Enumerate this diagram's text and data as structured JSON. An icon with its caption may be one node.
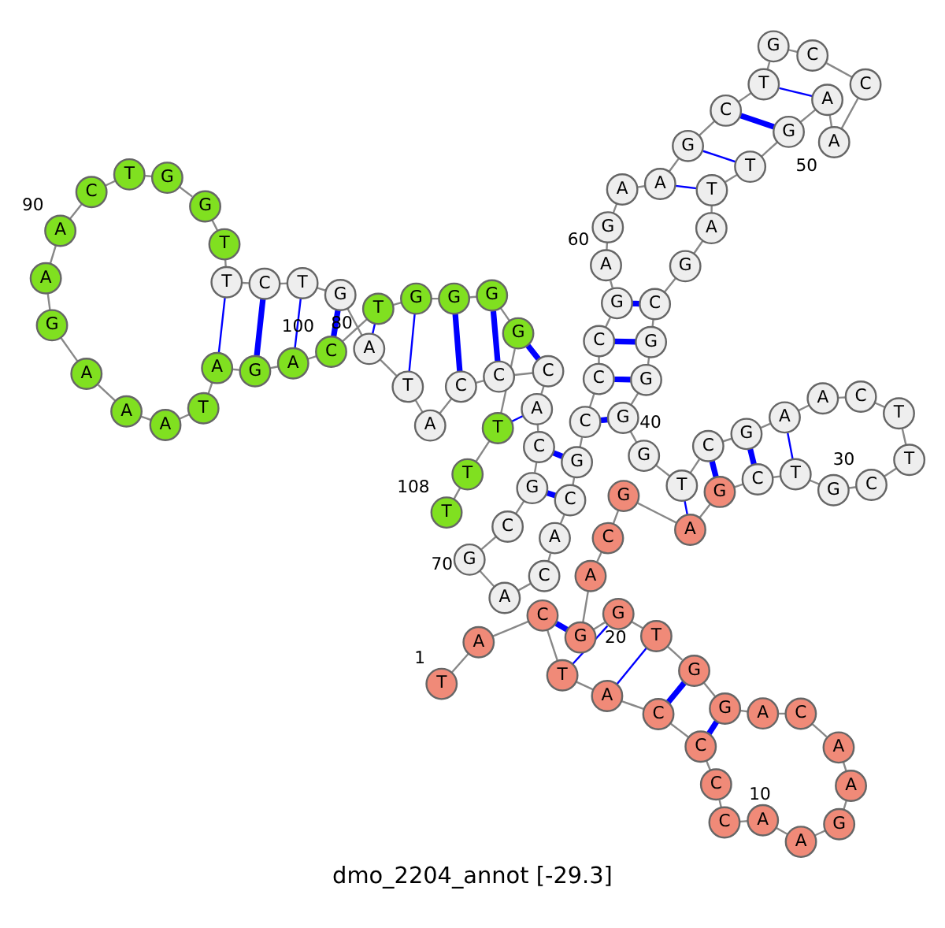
{
  "diagram": {
    "caption": "dmo_2204_annot [-29.3]",
    "nodes": [
      {
        "text": [
          "T"
        ],
        "beside": [
          "1"
        ]
      },
      {
        "text": [
          "A"
        ]
      },
      {
        "text": [
          "C"
        ]
      },
      {
        "text": [
          "T"
        ]
      },
      {
        "text": [
          "A"
        ]
      },
      {
        "text": [
          "C"
        ]
      },
      {
        "text": [
          "C"
        ]
      },
      {
        "text": [
          "C"
        ]
      },
      {
        "text": [
          "C"
        ]
      },
      {
        "text": [
          "A"
        ],
        "beside": [
          "10"
        ]
      },
      {
        "text": [
          "A"
        ]
      },
      {
        "text": [
          "G"
        ]
      },
      {
        "text": [
          "A"
        ]
      },
      {
        "text": [
          "A"
        ]
      },
      {
        "text": [
          "C"
        ]
      },
      {
        "text": [
          "A"
        ]
      },
      {
        "text": [
          "G"
        ]
      },
      {
        "text": [
          "G"
        ]
      },
      {
        "text": [
          "T"
        ]
      },
      {
        "text": [
          "G"
        ],
        "beside": [
          "20"
        ]
      },
      {
        "text": [
          "G"
        ]
      },
      {
        "text": [
          "A"
        ]
      },
      {
        "text": [
          "C"
        ]
      },
      {
        "text": [
          "G"
        ]
      },
      {
        "text": [
          "A"
        ]
      },
      {
        "text": [
          "G"
        ]
      },
      {
        "text": [
          "C"
        ]
      },
      {
        "text": [
          "T"
        ]
      },
      {
        "text": [
          "G"
        ]
      },
      {
        "text": [
          "C"
        ],
        "beside": [
          "30"
        ]
      },
      {
        "text": [
          "T"
        ]
      },
      {
        "text": [
          "T"
        ]
      },
      {
        "text": [
          "C"
        ]
      },
      {
        "text": [
          "A"
        ]
      },
      {
        "text": [
          "A"
        ]
      },
      {
        "text": [
          "G"
        ]
      },
      {
        "text": [
          "C"
        ]
      },
      {
        "text": [
          "T"
        ]
      },
      {
        "text": [
          "G"
        ]
      },
      {
        "text": [
          "G"
        ],
        "beside": [
          "40"
        ]
      },
      {
        "text": [
          "G"
        ]
      },
      {
        "text": [
          "G"
        ]
      },
      {
        "text": [
          "C"
        ]
      },
      {
        "text": [
          "G"
        ]
      },
      {
        "text": [
          "A"
        ]
      },
      {
        "text": [
          "T"
        ]
      },
      {
        "text": [
          "T"
        ]
      },
      {
        "text": [
          "G"
        ]
      },
      {
        "text": [
          "A"
        ]
      },
      {
        "text": [
          "A"
        ],
        "beside": [
          "50"
        ]
      },
      {
        "text": [
          "C"
        ]
      },
      {
        "text": [
          "C"
        ]
      },
      {
        "text": [
          "G"
        ]
      },
      {
        "text": [
          "T"
        ]
      },
      {
        "text": [
          "C"
        ]
      },
      {
        "text": [
          "G"
        ]
      },
      {
        "text": [
          "A"
        ]
      },
      {
        "text": [
          "A"
        ]
      },
      {
        "text": [
          "G"
        ]
      },
      {
        "text": [
          "A"
        ],
        "beside": [
          "60"
        ]
      },
      {
        "text": [
          "G"
        ]
      },
      {
        "text": [
          "C"
        ]
      },
      {
        "text": [
          "C"
        ]
      },
      {
        "text": [
          "C"
        ]
      },
      {
        "text": [
          "G"
        ]
      },
      {
        "text": [
          "C"
        ]
      },
      {
        "text": [
          "A"
        ]
      },
      {
        "text": [
          "C"
        ]
      },
      {
        "text": [
          "A"
        ]
      },
      {
        "text": [
          "G"
        ],
        "beside": [
          "70"
        ]
      },
      {
        "text": [
          "C"
        ]
      },
      {
        "text": [
          "G"
        ]
      },
      {
        "text": [
          "C"
        ]
      },
      {
        "text": [
          "A"
        ]
      },
      {
        "text": [
          "C"
        ]
      },
      {
        "text": [
          "C"
        ]
      },
      {
        "text": [
          "C"
        ]
      },
      {
        "text": [
          "A"
        ]
      },
      {
        "text": [
          "T"
        ]
      },
      {
        "text": [
          "A"
        ],
        "beside": [
          "80"
        ]
      },
      {
        "text": [
          "G"
        ]
      },
      {
        "text": [
          "T"
        ]
      },
      {
        "text": [
          "C"
        ]
      },
      {
        "text": [
          "T"
        ]
      },
      {
        "text": [
          "T"
        ]
      },
      {
        "text": [
          "G"
        ]
      },
      {
        "text": [
          "G"
        ]
      },
      {
        "text": [
          "T"
        ]
      },
      {
        "text": [
          "C"
        ]
      },
      {
        "text": [
          "A"
        ],
        "beside": [
          "90"
        ]
      },
      {
        "text": [
          "A"
        ]
      },
      {
        "text": [
          "G"
        ]
      },
      {
        "text": [
          "A"
        ]
      },
      {
        "text": [
          "A"
        ]
      },
      {
        "text": [
          "A"
        ]
      },
      {
        "text": [
          "T"
        ]
      },
      {
        "text": [
          "A"
        ]
      },
      {
        "text": [
          "G"
        ]
      },
      {
        "text": [
          "A"
        ]
      },
      {
        "text": [
          "C"
        ],
        "beside": [
          "100"
        ]
      },
      {
        "text": [
          "T"
        ]
      },
      {
        "text": [
          "G"
        ]
      },
      {
        "text": [
          "G"
        ]
      },
      {
        "text": [
          "G"
        ]
      },
      {
        "text": [
          "G"
        ]
      },
      {
        "text": [
          "T"
        ]
      },
      {
        "text": [
          "T"
        ]
      },
      {
        "text": [
          "T"
        ],
        "beside": [
          "108"
        ]
      }
    ],
    "edges": [
      {
        "from": 0,
        "to": 1,
        "arrow": "none"
      },
      {
        "from": 1,
        "to": 2,
        "arrow": "none"
      },
      {
        "from": 2,
        "to": 3,
        "arrow": "none"
      },
      {
        "from": 3,
        "to": 4,
        "arrow": "none"
      },
      {
        "from": 4,
        "to": 5,
        "arrow": "none"
      },
      {
        "from": 5,
        "to": 6,
        "arrow": "none"
      },
      {
        "from": 6,
        "to": 7,
        "arrow": "none"
      },
      {
        "from": 7,
        "to": 8,
        "arrow": "none"
      },
      {
        "from": 8,
        "to": 9,
        "arrow": "none"
      },
      {
        "from": 9,
        "to": 10,
        "arrow": "none"
      },
      {
        "from": 10,
        "to": 11,
        "arrow": "none"
      },
      {
        "from": 11,
        "to": 12,
        "arrow": "none"
      },
      {
        "from": 12,
        "to": 13,
        "arrow": "none"
      },
      {
        "from": 13,
        "to": 14,
        "arrow": "none"
      },
      {
        "from": 14,
        "to": 15,
        "arrow": "none"
      },
      {
        "from": 15,
        "to": 16,
        "arrow": "none"
      },
      {
        "from": 16,
        "to": 17,
        "arrow": "none"
      },
      {
        "from": 17,
        "to": 18,
        "arrow": "none"
      },
      {
        "from": 18,
        "to": 19,
        "arrow": "none"
      },
      {
        "from": 19,
        "to": 20,
        "arrow": "none"
      },
      {
        "from": 20,
        "to": 21,
        "arrow": "none"
      },
      {
        "from": 21,
        "to": 22,
        "arrow": "none"
      },
      {
        "from": 22,
        "to": 23,
        "arrow": "none"
      },
      {
        "from": 23,
        "to": 24,
        "arrow": "none"
      },
      {
        "from": 24,
        "to": 25,
        "arrow": "none"
      },
      {
        "from": 25,
        "to": 26,
        "arrow": "none"
      },
      {
        "from": 26,
        "to": 27,
        "arrow": "none"
      },
      {
        "from": 27,
        "to": 28,
        "arrow": "none"
      },
      {
        "from": 28,
        "to": 29,
        "arrow": "none"
      },
      {
        "from": 29,
        "to": 30,
        "arrow": "none"
      },
      {
        "from": 30,
        "to": 31,
        "arrow": "none"
      },
      {
        "from": 31,
        "to": 32,
        "arrow": "none"
      },
      {
        "from": 32,
        "to": 33,
        "arrow": "none"
      },
      {
        "from": 33,
        "to": 34,
        "arrow": "none"
      },
      {
        "from": 34,
        "to": 35,
        "arrow": "none"
      },
      {
        "from": 35,
        "to": 36,
        "arrow": "none"
      },
      {
        "from": 36,
        "to": 37,
        "arrow": "none"
      },
      {
        "from": 37,
        "to": 38,
        "arrow": "none"
      },
      {
        "from": 38,
        "to": 39,
        "arrow": "none"
      },
      {
        "from": 39,
        "to": 40,
        "arrow": "none"
      },
      {
        "from": 40,
        "to": 41,
        "arrow": "none"
      },
      {
        "from": 41,
        "to": 42,
        "arrow": "none"
      },
      {
        "from": 42,
        "to": 43,
        "arrow": "none"
      },
      {
        "from": 43,
        "to": 44,
        "arrow": "none"
      },
      {
        "from": 44,
        "to": 45,
        "arrow": "none"
      },
      {
        "from": 45,
        "to": 46,
        "arrow": "none"
      },
      {
        "from": 46,
        "to": 47,
        "arrow": "none"
      },
      {
        "from": 47,
        "to": 48,
        "arrow": "none"
      },
      {
        "from": 48,
        "to": 49,
        "arrow": "none"
      },
      {
        "from": 49,
        "to": 50,
        "arrow": "none"
      },
      {
        "from": 50,
        "to": 51,
        "arrow": "none"
      },
      {
        "from": 51,
        "to": 52,
        "arrow": "none"
      },
      {
        "from": 52,
        "to": 53,
        "arrow": "none"
      },
      {
        "from": 53,
        "to": 54,
        "arrow": "none"
      },
      {
        "from": 54,
        "to": 55,
        "arrow": "none"
      },
      {
        "from": 55,
        "to": 56,
        "arrow": "none"
      },
      {
        "from": 56,
        "to": 57,
        "arrow": "none"
      },
      {
        "from": 57,
        "to": 58,
        "arrow": "none"
      },
      {
        "from": 58,
        "to": 59,
        "arrow": "none"
      },
      {
        "from": 59,
        "to": 60,
        "arrow": "none"
      },
      {
        "from": 60,
        "to": 61,
        "arrow": "none"
      },
      {
        "from": 61,
        "to": 62,
        "arrow": "none"
      },
      {
        "from": 62,
        "to": 63,
        "arrow": "none"
      },
      {
        "from": 63,
        "to": 64,
        "arrow": "none"
      },
      {
        "from": 64,
        "to": 65,
        "arrow": "none"
      },
      {
        "from": 65,
        "to": 66,
        "arrow": "none"
      },
      {
        "from": 66,
        "to": 67,
        "arrow": "none"
      },
      {
        "from": 67,
        "to": 68,
        "arrow": "none"
      },
      {
        "from": 68,
        "to": 69,
        "arrow": "none"
      },
      {
        "from": 69,
        "to": 70,
        "arrow": "none"
      },
      {
        "from": 70,
        "to": 71,
        "arrow": "none"
      },
      {
        "from": 71,
        "to": 72,
        "arrow": "none"
      },
      {
        "from": 72,
        "to": 73,
        "arrow": "none"
      },
      {
        "from": 73,
        "to": 74,
        "arrow": "none"
      },
      {
        "from": 74,
        "to": 75,
        "arrow": "none"
      },
      {
        "from": 75,
        "to": 76,
        "arrow": "none"
      },
      {
        "from": 76,
        "to": 77,
        "arrow": "none"
      },
      {
        "from": 77,
        "to": 78,
        "arrow": "none"
      },
      {
        "from": 78,
        "to": 79,
        "arrow": "none"
      },
      {
        "from": 79,
        "to": 80,
        "arrow": "none"
      },
      {
        "from": 80,
        "to": 81,
        "arrow": "none"
      },
      {
        "from": 81,
        "to": 82,
        "arrow": "none"
      },
      {
        "from": 82,
        "to": 83,
        "arrow": "none"
      },
      {
        "from": 83,
        "to": 84,
        "arrow": "none"
      },
      {
        "from": 84,
        "to": 85,
        "arrow": "none"
      },
      {
        "from": 85,
        "to": 86,
        "arrow": "none"
      },
      {
        "from": 86,
        "to": 87,
        "arrow": "none"
      },
      {
        "from": 87,
        "to": 88,
        "arrow": "none"
      },
      {
        "from": 88,
        "to": 89,
        "arrow": "none"
      },
      {
        "from": 89,
        "to": 90,
        "arrow": "none"
      },
      {
        "from": 90,
        "to": 91,
        "arrow": "none"
      },
      {
        "from": 91,
        "to": 92,
        "arrow": "none"
      },
      {
        "from": 92,
        "to": 93,
        "arrow": "none"
      },
      {
        "from": 93,
        "to": 94,
        "arrow": "none"
      },
      {
        "from": 94,
        "to": 95,
        "arrow": "none"
      },
      {
        "from": 95,
        "to": 96,
        "arrow": "none"
      },
      {
        "from": 96,
        "to": 97,
        "arrow": "none"
      },
      {
        "from": 97,
        "to": 98,
        "arrow": "none"
      },
      {
        "from": 98,
        "to": 99,
        "arrow": "none"
      },
      {
        "from": 99,
        "to": 100,
        "arrow": "none"
      },
      {
        "from": 100,
        "to": 101,
        "arrow": "none"
      },
      {
        "from": 101,
        "to": 102,
        "arrow": "none"
      },
      {
        "from": 102,
        "to": 103,
        "arrow": "none"
      },
      {
        "from": 103,
        "to": 104,
        "arrow": "none"
      },
      {
        "from": 104,
        "to": 105,
        "arrow": "none"
      },
      {
        "from": 105,
        "to": 106,
        "arrow": "none"
      },
      {
        "from": 106,
        "to": 107,
        "arrow": "none"
      },
      {
        "from": 2,
        "to": 20,
        "arrow": "none",
        "style": "thick",
        "color": "#0000ff"
      },
      {
        "from": 3,
        "to": 19,
        "arrow": "none",
        "color": "#0000ff"
      },
      {
        "from": 4,
        "to": 18,
        "arrow": "none",
        "color": "#0000ff"
      },
      {
        "from": 5,
        "to": 17,
        "arrow": "none",
        "style": "thick",
        "color": "#0000ff"
      },
      {
        "from": 6,
        "to": 16,
        "arrow": "none",
        "style": "thick",
        "color": "#0000ff"
      },
      {
        "from": 24,
        "to": 37,
        "arrow": "none",
        "color": "#0000ff"
      },
      {
        "from": 25,
        "to": 36,
        "arrow": "none",
        "style": "thick",
        "color": "#0000ff"
      },
      {
        "from": 26,
        "to": 35,
        "arrow": "none",
        "style": "thick",
        "color": "#0000ff"
      },
      {
        "from": 27,
        "to": 34,
        "arrow": "none",
        "color": "#0000ff"
      },
      {
        "from": 39,
        "to": 63,
        "arrow": "none",
        "style": "thick",
        "color": "#0000ff"
      },
      {
        "from": 40,
        "to": 62,
        "arrow": "none",
        "style": "thick",
        "color": "#0000ff"
      },
      {
        "from": 41,
        "to": 61,
        "arrow": "none",
        "style": "thick",
        "color": "#0000ff"
      },
      {
        "from": 42,
        "to": 60,
        "arrow": "none",
        "style": "thick",
        "color": "#0000ff"
      },
      {
        "from": 45,
        "to": 56,
        "arrow": "none",
        "color": "#0000ff"
      },
      {
        "from": 46,
        "to": 55,
        "arrow": "none",
        "color": "#0000ff"
      },
      {
        "from": 47,
        "to": 54,
        "arrow": "none",
        "style": "thick",
        "color": "#0000ff"
      },
      {
        "from": 48,
        "to": 53,
        "arrow": "none",
        "color": "#0000ff"
      },
      {
        "from": 64,
        "to": 72,
        "arrow": "none",
        "style": "thick",
        "color": "#0000ff"
      },
      {
        "from": 65,
        "to": 71,
        "arrow": "none",
        "style": "thick",
        "color": "#0000ff"
      },
      {
        "from": 73,
        "to": 105,
        "arrow": "none",
        "color": "#0000ff"
      },
      {
        "from": 74,
        "to": 104,
        "arrow": "none",
        "style": "thick",
        "color": "#0000ff"
      },
      {
        "from": 75,
        "to": 103,
        "arrow": "none",
        "style": "thick",
        "color": "#0000ff"
      },
      {
        "from": 76,
        "to": 102,
        "arrow": "none",
        "style": "thick",
        "color": "#0000ff"
      },
      {
        "from": 78,
        "to": 101,
        "arrow": "none",
        "color": "#0000ff"
      },
      {
        "from": 79,
        "to": 100,
        "arrow": "none",
        "color": "#0000ff"
      },
      {
        "from": 80,
        "to": 99,
        "arrow": "none",
        "style": "thick",
        "color": "#0000ff"
      },
      {
        "from": 81,
        "to": 98,
        "arrow": "none",
        "color": "#0000ff"
      },
      {
        "from": 82,
        "to": 97,
        "arrow": "none",
        "style": "thick",
        "color": "#0000ff"
      },
      {
        "from": 83,
        "to": 96,
        "arrow": "none",
        "color": "#0000ff"
      }
    ]
  }
}
